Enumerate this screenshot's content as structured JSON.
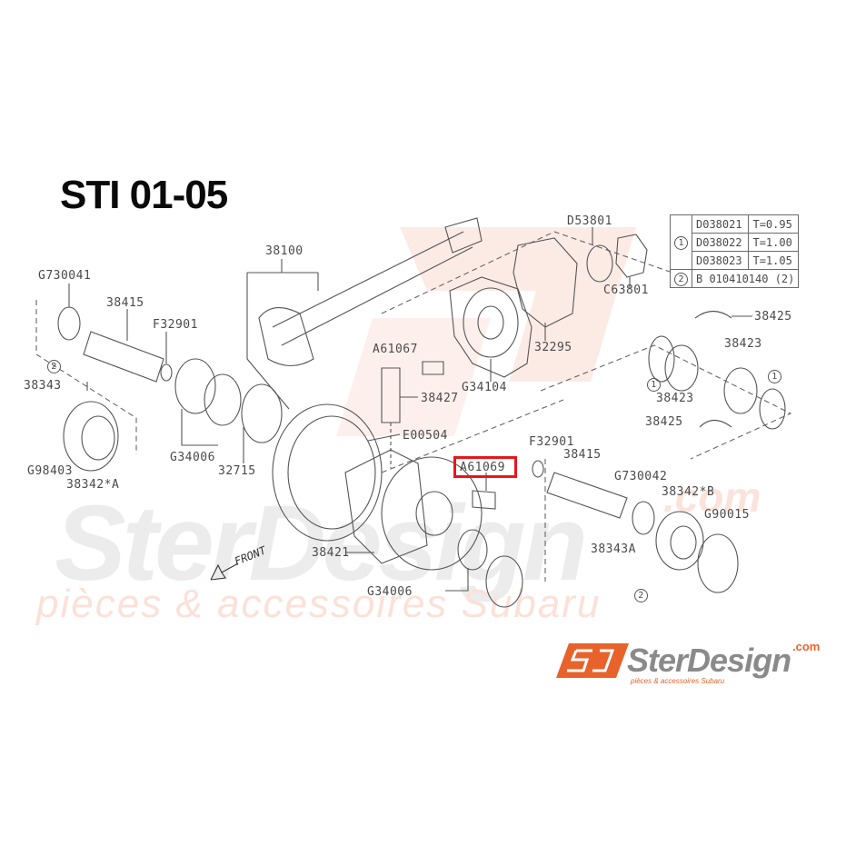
{
  "title": "STI 01-05",
  "highlighted_part": "A61069",
  "watermark": {
    "main": "SterDesign",
    "com": ".com",
    "tagline": "pièces & accessoires Subaru",
    "accent_color": "#e8632b",
    "grey_color": "#ececec"
  },
  "logo": {
    "mark": "SD",
    "name": "SterDesign",
    "domain": ".com",
    "tagline": "pièces & accessoires Subaru",
    "colors": {
      "orange": "#e8632b",
      "grey": "#8a8a8a"
    }
  },
  "direction_label": "FRONT",
  "table": {
    "rows": [
      {
        "ref": "1",
        "part": "D038021",
        "spec": "T=0.95"
      },
      {
        "ref": "",
        "part": "D038022",
        "spec": "T=1.00"
      },
      {
        "ref": "",
        "part": "D038023",
        "spec": "T=1.05"
      },
      {
        "ref": "2",
        "part": "B 010410140 (2)",
        "spec": ""
      }
    ]
  },
  "labels": {
    "p38100": "38100",
    "pD53801": "D53801",
    "pC63801": "C63801",
    "pG730041": "G730041",
    "p38415a": "38415",
    "pF32901a": "F32901",
    "pA61067": "A61067",
    "pG34104": "G34104",
    "p32295": "32295",
    "p38425a": "38425",
    "p38423a": "38423",
    "p38423b": "38423",
    "p38425b": "38425",
    "p38343": "38343",
    "pG98403": "G98403",
    "p38342A": "38342*A",
    "pG34006a": "G34006",
    "p32715": "32715",
    "p38427": "38427",
    "pE00504": "E00504",
    "pA61069": "A61069",
    "pF32901b": "F32901",
    "p38415b": "38415",
    "pG730042": "G730042",
    "p38342B": "38342*B",
    "pG90015": "G90015",
    "p38343A": "38343A",
    "p38421": "38421",
    "pG34006b": "G34006",
    "ref1": "1",
    "ref2": "2"
  }
}
